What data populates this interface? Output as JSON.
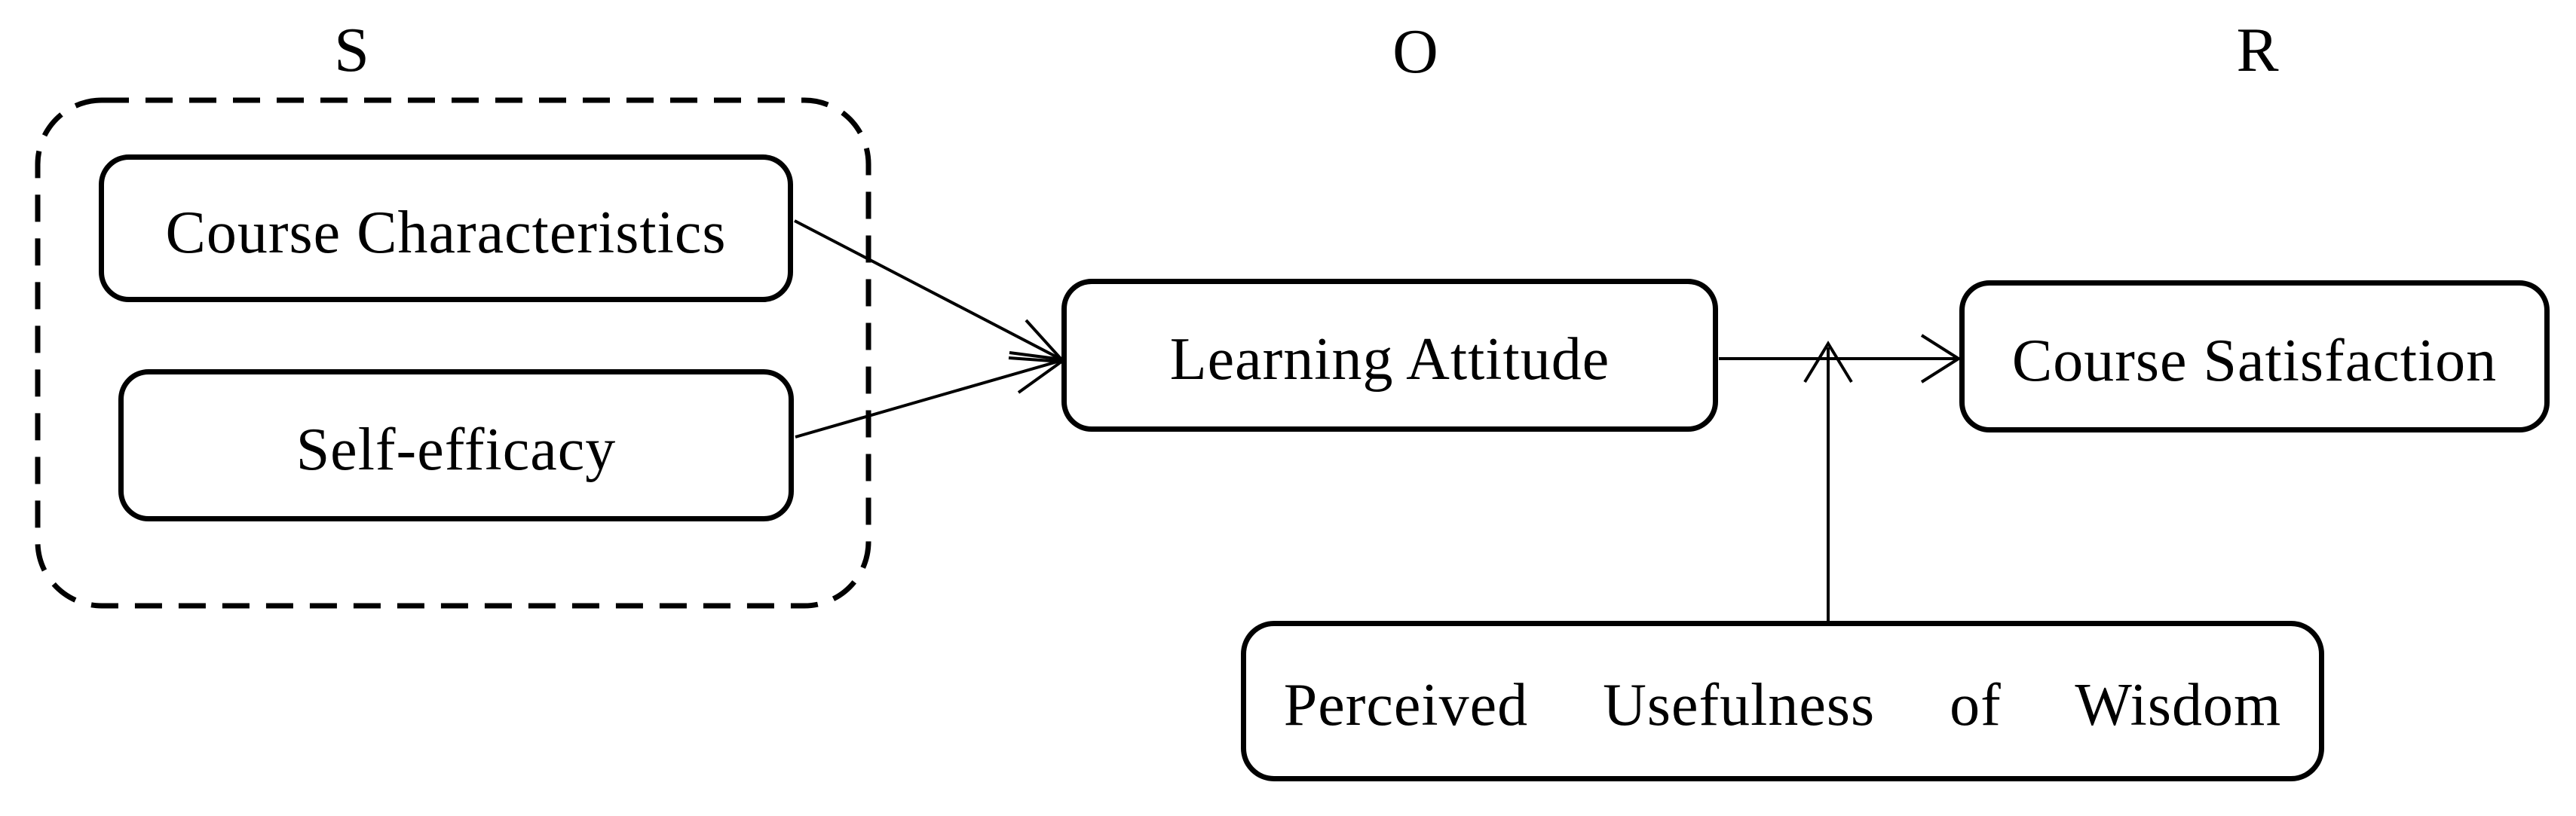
{
  "figure": {
    "type": "diagram",
    "framework": "S-O-R research model",
    "colors": {
      "background": "#ffffff",
      "ink": "#000000"
    },
    "section_labels": {
      "stimulus": "S",
      "organism": "O",
      "response": "R"
    },
    "nodes": {
      "course_characteristics": {
        "label": "Course Characteristics"
      },
      "self_efficacy": {
        "label": "Self-efficacy"
      },
      "learning_attitude": {
        "label": "Learning Attitude"
      },
      "course_satisfaction": {
        "label": "Course Satisfaction"
      },
      "perceived_usefulness": {
        "label": "Perceived Usefulness of Wisdom"
      }
    },
    "groups": [
      {
        "id": "stimulus-group",
        "style": "dashed-rounded-border",
        "members": [
          "course_characteristics",
          "self_efficacy"
        ]
      }
    ],
    "edges": [
      {
        "from": "course_characteristics",
        "to": "learning_attitude",
        "type": "direct-arrow"
      },
      {
        "from": "self_efficacy",
        "to": "learning_attitude",
        "type": "direct-arrow"
      },
      {
        "from": "learning_attitude",
        "to": "course_satisfaction",
        "type": "direct-arrow"
      },
      {
        "from": "perceived_usefulness",
        "to": "learning_attitude-course_satisfaction",
        "type": "moderation-arrow"
      }
    ]
  }
}
